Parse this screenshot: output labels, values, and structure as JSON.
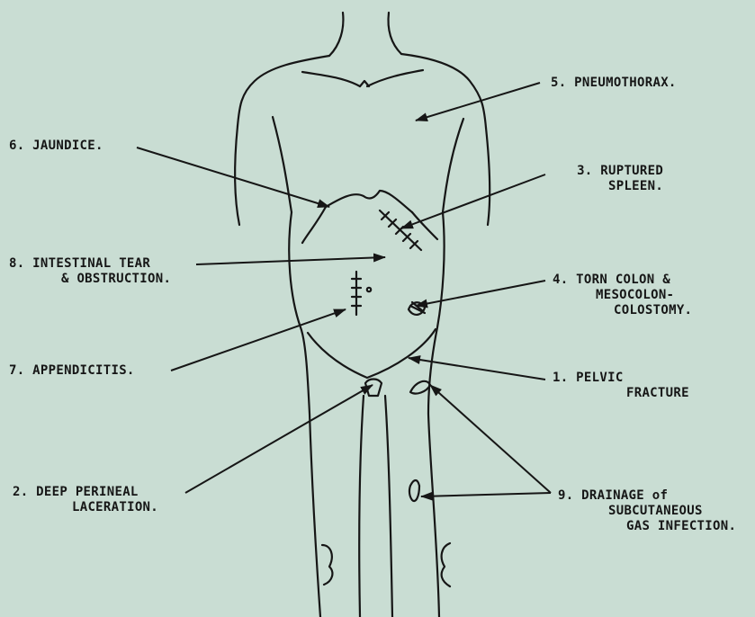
{
  "labels": {
    "pneumothorax": [
      "5. PNEUMOTHORAX."
    ],
    "jaundice": [
      "6. JAUNDICE."
    ],
    "ruptured_spleen": [
      "3. RUPTURED",
      "SPLEEN."
    ],
    "intestinal_tear": [
      "8. INTESTINAL TEAR",
      "& OBSTRUCTION."
    ],
    "torn_colon": [
      "4. TORN COLON &",
      "MESOCOLON-",
      "COLOSTOMY."
    ],
    "appendicitis": [
      "7. APPENDICITIS."
    ],
    "pelvic_fracture": [
      "1. PELVIC",
      "FRACTURE"
    ],
    "perineal_laceration": [
      "2. DEEP PERINEAL",
      "LACERATION."
    ],
    "drainage": [
      "9. DRAINAGE of",
      "SUBCUTANEOUS",
      "GAS INFECTION."
    ]
  },
  "colors": {
    "background": "#c9ddd3",
    "ink": "#161616"
  }
}
